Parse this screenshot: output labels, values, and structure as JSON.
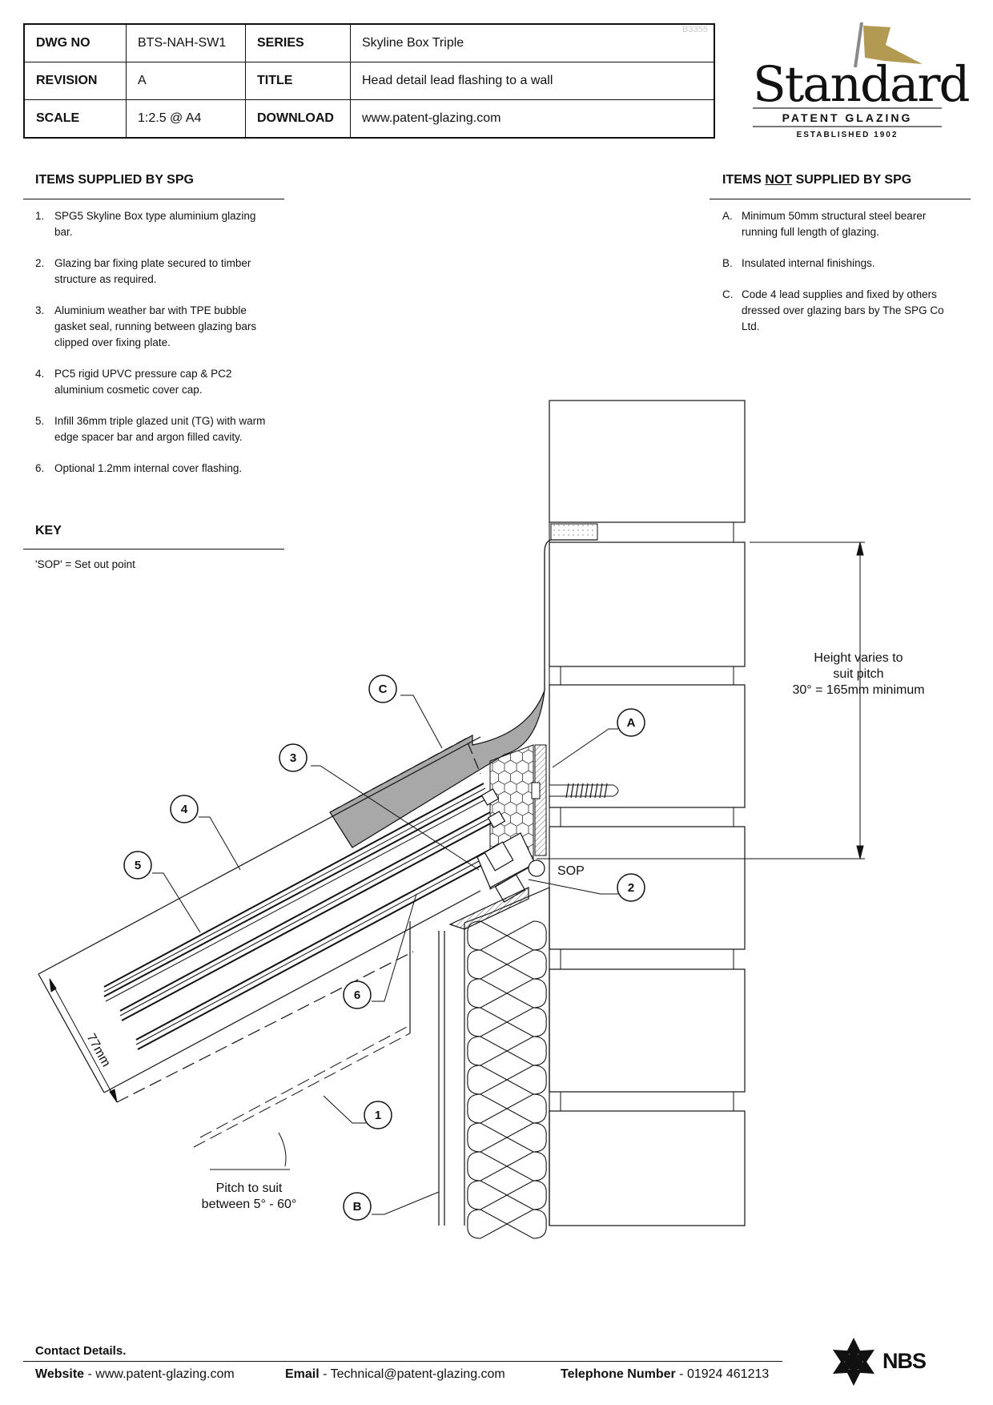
{
  "title_block": {
    "dwg_no_label": "DWG NO",
    "dwg_no": "BTS-NAH-SW1",
    "series_label": "SERIES",
    "series": "Skyline Box Triple",
    "revision_label": "REVISION",
    "revision": "A",
    "title_label": "TITLE",
    "title": "Head detail lead flashing to a wall",
    "scale_label": "SCALE",
    "scale": "1:2.5 @ A4",
    "download_label": "DOWNLOAD",
    "download": "www.patent-glazing.com",
    "ref_code": "B3355"
  },
  "logo": {
    "word": "Standard",
    "sub": "PATENT GLAZING",
    "est": "ESTABLISHED 1902",
    "flag_color": "#b39a52"
  },
  "supplied": {
    "heading": "ITEMS SUPPLIED BY SPG",
    "items": [
      {
        "n": "1.",
        "text": "SPG5 Skyline Box type aluminium glazing bar."
      },
      {
        "n": "2.",
        "text": "Glazing bar fixing plate secured to timber structure as required."
      },
      {
        "n": "3.",
        "text": "Aluminium weather bar with TPE bubble gasket seal, running between glazing bars clipped over fixing plate."
      },
      {
        "n": "4.",
        "text": "PC5 rigid UPVC pressure cap & PC2 aluminium cosmetic cover cap."
      },
      {
        "n": "5.",
        "text": "Infill 36mm triple glazed unit (TG) with warm edge spacer bar and argon filled cavity."
      },
      {
        "n": "6.",
        "text": "Optional 1.2mm internal cover flashing."
      }
    ]
  },
  "not_supplied": {
    "heading_pre": "ITEMS ",
    "heading_not": "NOT",
    "heading_post": " SUPPLIED BY SPG",
    "items": [
      {
        "n": "A.",
        "text": "Minimum 50mm structural steel bearer running full length of glazing."
      },
      {
        "n": "B.",
        "text": "Insulated internal finishings."
      },
      {
        "n": "C.",
        "text": "Code 4 lead supplies and fixed by others dressed over glazing bars by The SPG Co Ltd."
      }
    ]
  },
  "key": {
    "heading": "KEY",
    "text": "'SOP' = Set out point"
  },
  "drawing": {
    "callouts": [
      "C",
      "3",
      "4",
      "5",
      "A",
      "2",
      "6",
      "1",
      "B"
    ],
    "sop_label": "SOP",
    "height_note": [
      "Height varies to",
      "suit pitch",
      "30° = 165mm minimum"
    ],
    "dimension_label": "77mm",
    "pitch_note": [
      "Pitch to suit",
      "between 5° - 60°"
    ],
    "lead_color": "#a8a8a8"
  },
  "footer": {
    "contact_heading": "Contact Details.",
    "website_label": "Website",
    "website": "www.patent-glazing.com",
    "email_label": "Email",
    "email": "Technical@patent-glazing.com",
    "phone_label": "Telephone Number",
    "phone": "01924 461213",
    "sep": " - ",
    "nbs": "NBS"
  }
}
